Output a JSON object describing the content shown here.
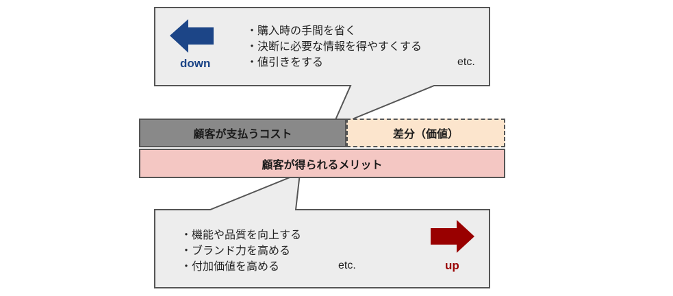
{
  "top_callout": {
    "bullets": [
      "・購入時の手間を省く",
      "・決断に必要な情報を得やすくする",
      "・値引きをする"
    ],
    "etc": "etc.",
    "arrow": {
      "icon": "arrow-left-icon",
      "label": "down",
      "color": "#1c4587"
    }
  },
  "bars": {
    "cost_label": "顧客が支払うコスト",
    "difference_label": "差分（価値）",
    "merit_label": "顧客が得られるメリット",
    "colors": {
      "cost": "#898989",
      "difference": "#fce5cd",
      "merit": "#f4c7c3"
    }
  },
  "bottom_callout": {
    "bullets": [
      "・機能や品質を向上する",
      "・ブランド力を高める",
      "・付加価値を高める"
    ],
    "etc": "etc.",
    "arrow": {
      "icon": "arrow-right-icon",
      "label": "up",
      "color": "#990000"
    }
  }
}
